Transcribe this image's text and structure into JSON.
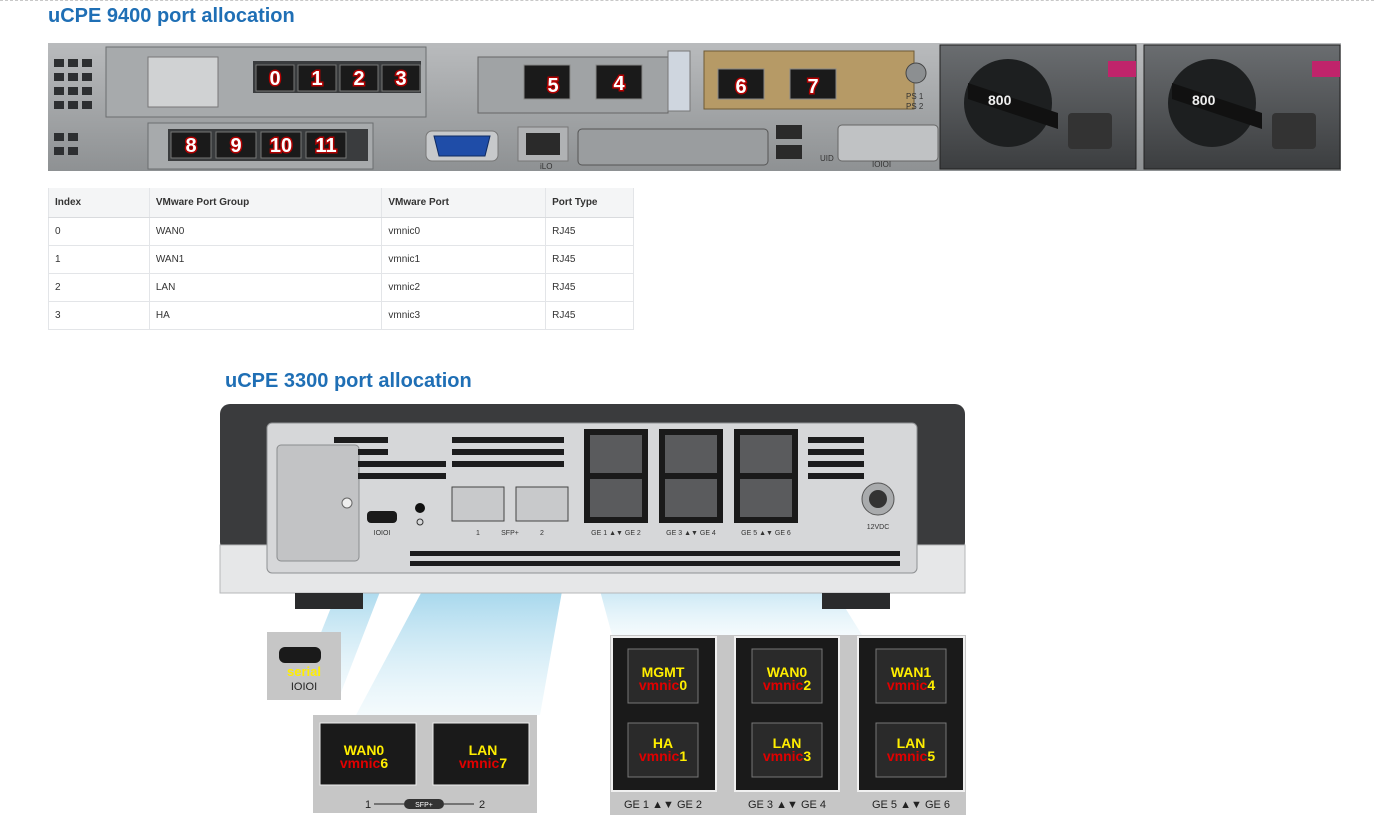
{
  "top_section": {
    "title": "uCPE 9400 port allocation",
    "port_numbers": [
      "0",
      "1",
      "2",
      "3",
      "4",
      "5",
      "6",
      "7",
      "8",
      "9",
      "10",
      "11"
    ],
    "chassis_labels": {
      "ps1": "PS 1",
      "ps2": "PS 2",
      "psu_rating": "800",
      "ilo": "iLO",
      "uid": "UID",
      "serial": "IOIOI"
    }
  },
  "table": {
    "headers": [
      "Index",
      "VMware Port Group",
      "VMware Port",
      "Port Type"
    ],
    "rows": [
      {
        "index": "0",
        "group": "WAN0",
        "port": "vmnic0",
        "type": "RJ45"
      },
      {
        "index": "1",
        "group": "WAN1",
        "port": "vmnic1",
        "type": "RJ45"
      },
      {
        "index": "2",
        "group": "LAN",
        "port": "vmnic2",
        "type": "RJ45"
      },
      {
        "index": "3",
        "group": "HA",
        "port": "vmnic3",
        "type": "RJ45"
      }
    ]
  },
  "bottom_section": {
    "title": "uCPE 3300 port allocation",
    "device_labels": {
      "serial_port": "IOIOI",
      "sfp_left": "1",
      "sfp_mid": "SFP+",
      "sfp_right": "2",
      "ge_group1": "GE 1 ▲▼ GE 2",
      "ge_group2": "GE 3 ▲▼ GE 4",
      "ge_group3": "GE 5 ▲▼ GE 6",
      "power": "12VDC"
    },
    "serial_callout": {
      "label": "serial",
      "symbol": "IOIOI"
    },
    "sfp_callout": {
      "ports": [
        {
          "name": "WAN0",
          "nic_prefix": "vmnic",
          "nic_num": "6"
        },
        {
          "name": "LAN",
          "nic_prefix": "vmnic",
          "nic_num": "7"
        }
      ],
      "left": "1",
      "mid": "SFP+",
      "right": "2"
    },
    "rj45_callout": {
      "columns": [
        {
          "top": {
            "name": "MGMT",
            "nic_prefix": "vmnic",
            "nic_num": "0"
          },
          "bottom": {
            "name": "HA",
            "nic_prefix": "vmnic",
            "nic_num": "1"
          },
          "caption": "GE 1 ▲▼ GE 2"
        },
        {
          "top": {
            "name": "WAN0",
            "nic_prefix": "vmnic",
            "nic_num": "2"
          },
          "bottom": {
            "name": "LAN",
            "nic_prefix": "vmnic",
            "nic_num": "3"
          },
          "caption": "GE 3 ▲▼ GE 4"
        },
        {
          "top": {
            "name": "WAN1",
            "nic_prefix": "vmnic",
            "nic_num": "4"
          },
          "bottom": {
            "name": "LAN",
            "nic_prefix": "vmnic",
            "nic_num": "5"
          },
          "caption": "GE 5 ▲▼ GE 6"
        }
      ]
    }
  },
  "colors": {
    "title": "#1f6fb5",
    "label_yellow": "#ffee00",
    "label_red": "#e00000",
    "badge_outline": "#b30000"
  }
}
